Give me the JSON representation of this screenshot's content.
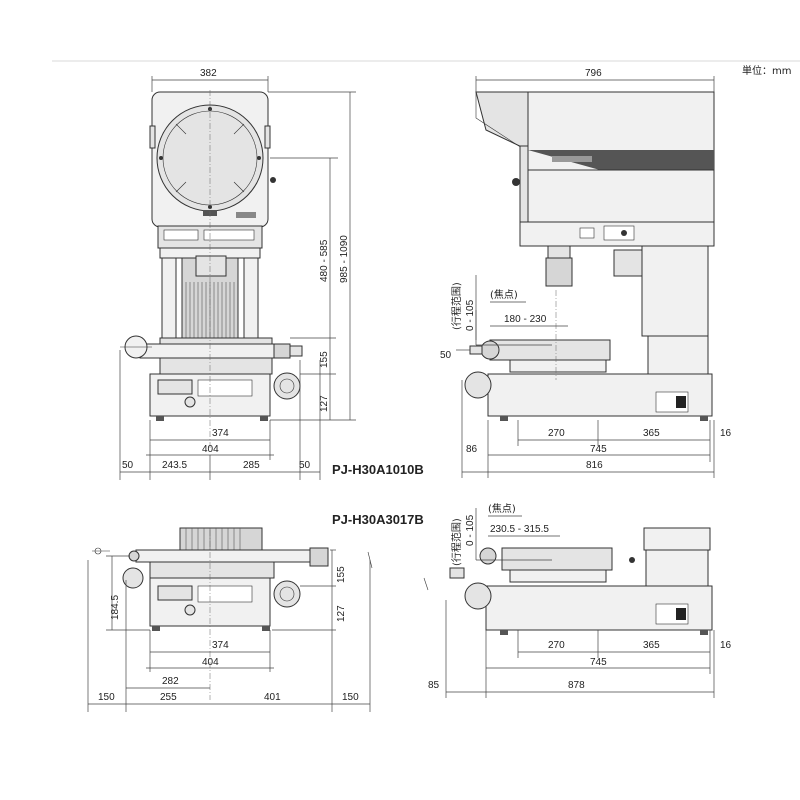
{
  "unit_label": "単位：mm",
  "models": {
    "top": "PJ-H30A1010B",
    "bottom": "PJ-H30A3017B"
  },
  "front_top": {
    "width_382": "382",
    "h_480_585": "480 - 585",
    "h_985_1090": "985 - 1090",
    "h_155": "155",
    "h_127": "127",
    "w_374": "374",
    "w_404": "404",
    "w_50_left": "50",
    "w_243_5": "243.5",
    "w_285": "285",
    "w_50_right": "50"
  },
  "side_top": {
    "width_796": "796",
    "stroke_label": "(行程范围)",
    "stroke_range": "0 - 105",
    "focus_label": "(焦点)",
    "focus_range": "180 - 230",
    "left_50": "50",
    "w_270": "270",
    "w_365": "365",
    "w_16": "16",
    "w_86": "86",
    "w_745": "745",
    "w_816": "816"
  },
  "front_bottom": {
    "h_155": "155",
    "h_127": "127",
    "h_184_5": "184.5",
    "w_374": "374",
    "w_404": "404",
    "w_282": "282",
    "w_150_left": "150",
    "w_255": "255",
    "w_401": "401",
    "w_150_right": "150"
  },
  "side_bottom": {
    "stroke_label": "(行程范围)",
    "stroke_range": "0 - 105",
    "focus_label": "(焦点)",
    "focus_range": "230.5 - 315.5",
    "w_270": "270",
    "w_365": "365",
    "w_16": "16",
    "w_85": "85",
    "w_745": "745",
    "w_878": "878"
  }
}
